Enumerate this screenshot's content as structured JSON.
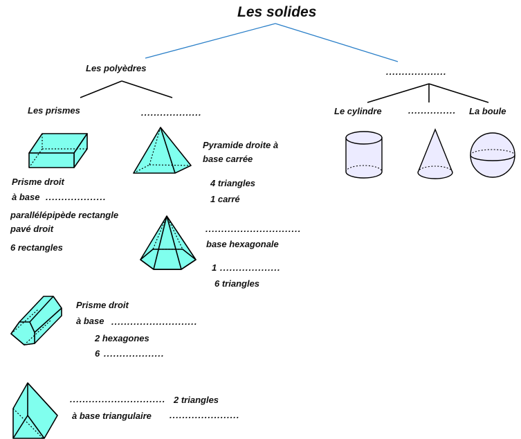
{
  "title": "Les solides",
  "polyedres": "Les polyèdres",
  "non_polyedres_blank": "...................",
  "prismes": "Les prismes",
  "pyramides_blank": "...................",
  "cylindre": "Le cylindre",
  "cone_blank": "...............",
  "boule": "La boule",
  "pave": {
    "line1": "Prisme droit",
    "line2_prefix": "à base",
    "line2_blank": "...................",
    "line3": "parallélépipède rectangle",
    "line4": "pavé droit",
    "line5": "6 rectangles"
  },
  "pyramide_carree": {
    "line1": "Pyramide droite à",
    "line2": "base carrée",
    "line3": "4 triangles",
    "line4": "1 carré"
  },
  "pyramide_hex": {
    "line1": "..............................",
    "line2": "base hexagonale",
    "line3_prefix": "1",
    "line3_blank": "...................",
    "line4": "6  triangles"
  },
  "prisme_hex": {
    "line1": "Prisme droit",
    "line2_prefix": "à base",
    "line2_blank": "...........................",
    "line3": "2 hexagones",
    "line4_prefix": "6",
    "line4_blank": "..................."
  },
  "prisme_tri": {
    "line1_blank": "..............................",
    "line1_suffix": "2 triangles",
    "line2": "à base triangulaire",
    "line2_blank": "......................"
  },
  "colors": {
    "tree_top": "#2a7fc8",
    "tree_branch": "#000000",
    "poly_fill": "#80ffee",
    "round_fill": "#ecebff",
    "stroke": "#000000"
  }
}
